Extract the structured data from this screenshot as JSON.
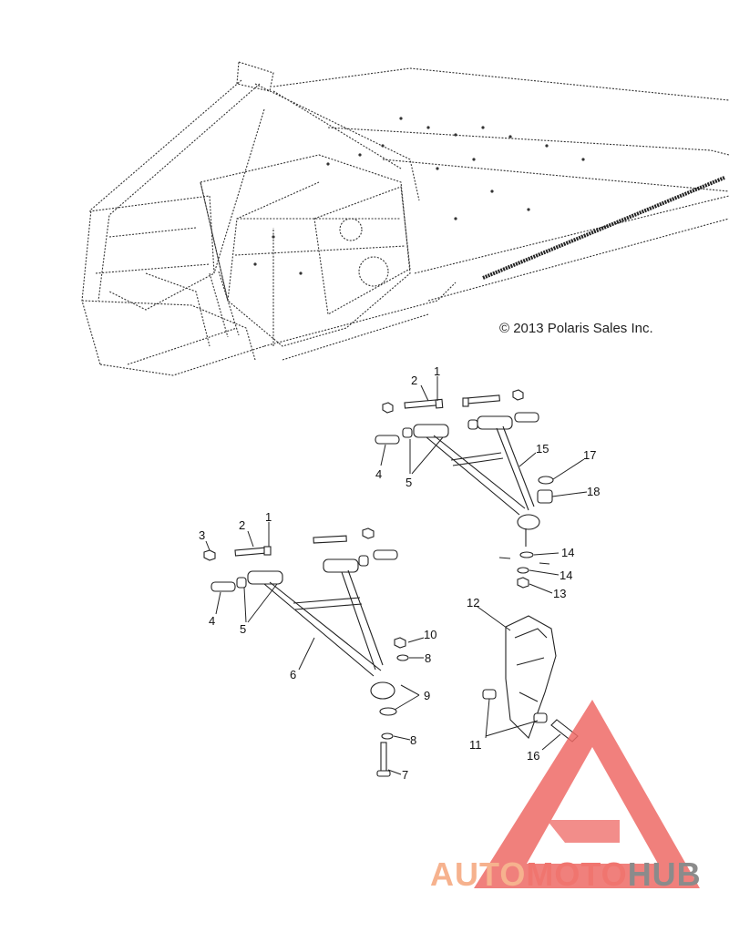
{
  "copyright": "© 2013 Polaris Sales Inc.",
  "callouts": [
    "1",
    "2",
    "1",
    "2",
    "3",
    "4",
    "4",
    "5",
    "5",
    "6",
    "7",
    "8",
    "8",
    "9",
    "10",
    "11",
    "12",
    "13",
    "14",
    "14",
    "15",
    "16",
    "17",
    "18"
  ],
  "labels": {
    "upper_1": "1",
    "upper_2": "2",
    "upper_4": "4",
    "upper_5": "5",
    "upper_15": "15",
    "upper_17": "17",
    "upper_18": "18",
    "upper_14a": "14",
    "upper_14b": "14",
    "upper_13": "13",
    "lower_3": "3",
    "lower_2": "2",
    "lower_1": "1",
    "lower_4": "4",
    "lower_5": "5",
    "lower_6": "6",
    "lower_10": "10",
    "lower_8a": "8",
    "lower_9": "9",
    "lower_8b": "8",
    "lower_7": "7",
    "spindle_12": "12",
    "spindle_11": "11",
    "spindle_16": "16"
  },
  "watermark": {
    "part1": "AUTO",
    "part2": "MOTO",
    "part3": "HUB",
    "colors": {
      "auto": "#f6b28e",
      "moto": "#f0756f",
      "hub": "#8b8b8b",
      "logo": "#ee6a66"
    }
  }
}
